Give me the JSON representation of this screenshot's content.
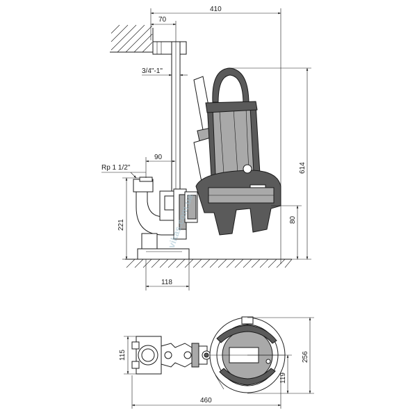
{
  "dimensions": {
    "width_total": "410",
    "offset_pipe": "70",
    "pipe_size": "3/4\"-1\"",
    "discharge_offset": "90",
    "thread": "Rp 1 1/2\"",
    "total_height": "614",
    "base_height": "221",
    "foot_height": "80",
    "base_width": "118",
    "plan_width": "460",
    "plan_height_left": "115",
    "plan_height_right": "256",
    "plan_height_center": "119"
  },
  "watermark": "vikas.com.ua"
}
